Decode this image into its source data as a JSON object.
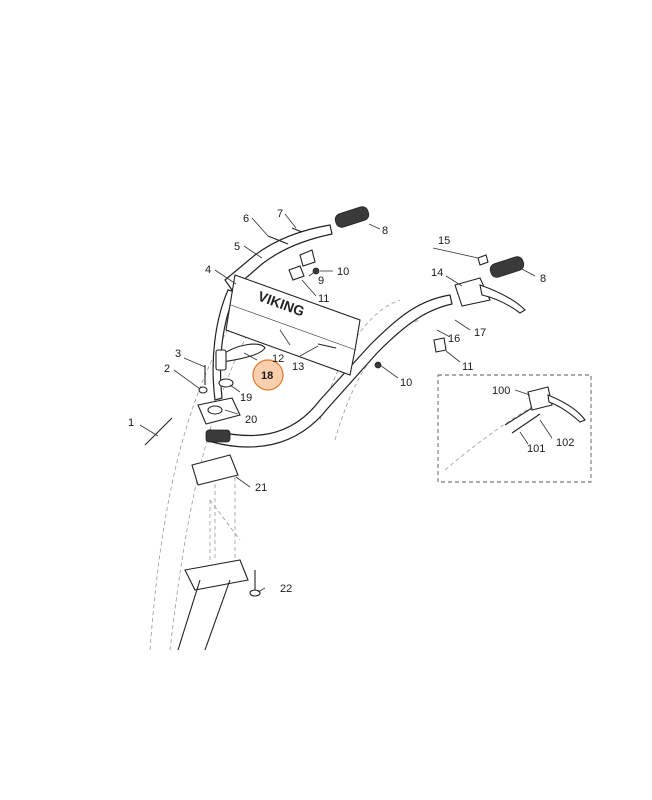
{
  "brand": {
    "logo_text": "VIKING"
  },
  "highlight_color": "#f5a86a",
  "highlight_stroke": "#e07a30",
  "callouts": [
    {
      "id": "1",
      "label": "1"
    },
    {
      "id": "2",
      "label": "2"
    },
    {
      "id": "3",
      "label": "3"
    },
    {
      "id": "4",
      "label": "4"
    },
    {
      "id": "5",
      "label": "5"
    },
    {
      "id": "6",
      "label": "6"
    },
    {
      "id": "7",
      "label": "7"
    },
    {
      "id": "8a",
      "label": "8"
    },
    {
      "id": "8b",
      "label": "8"
    },
    {
      "id": "9",
      "label": "9"
    },
    {
      "id": "10a",
      "label": "10"
    },
    {
      "id": "10b",
      "label": "10"
    },
    {
      "id": "11a",
      "label": "11"
    },
    {
      "id": "11b",
      "label": "11"
    },
    {
      "id": "12",
      "label": "12"
    },
    {
      "id": "13",
      "label": "13"
    },
    {
      "id": "14",
      "label": "14"
    },
    {
      "id": "15",
      "label": "15"
    },
    {
      "id": "16",
      "label": "16"
    },
    {
      "id": "17",
      "label": "17"
    },
    {
      "id": "18",
      "label": "18",
      "highlighted": true
    },
    {
      "id": "19",
      "label": "19"
    },
    {
      "id": "20",
      "label": "20"
    },
    {
      "id": "21",
      "label": "21"
    },
    {
      "id": "22",
      "label": "22"
    },
    {
      "id": "100",
      "label": "100"
    },
    {
      "id": "101",
      "label": "101"
    },
    {
      "id": "102",
      "label": "102"
    }
  ]
}
